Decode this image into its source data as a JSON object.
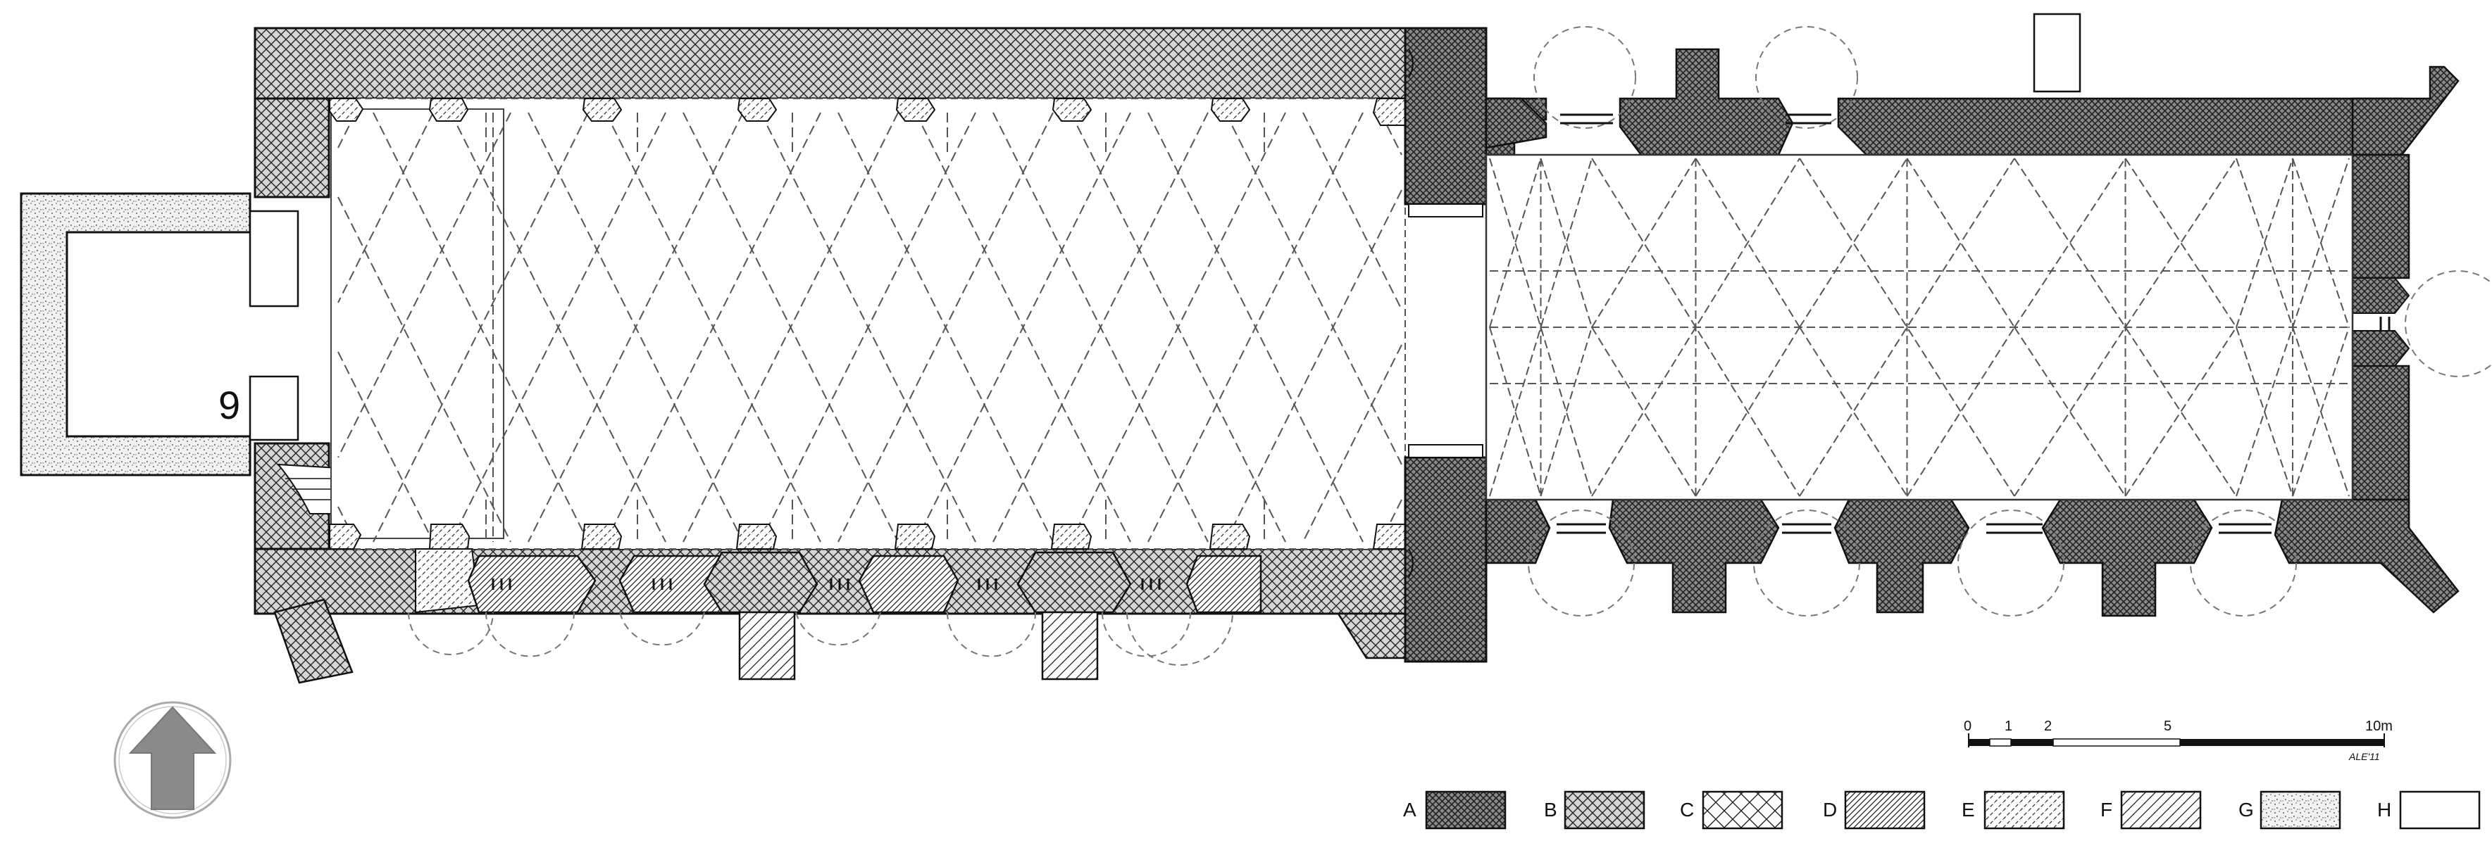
{
  "plan": {
    "label_number": "9"
  },
  "scale_bar": {
    "ticks": [
      "0",
      "1",
      "2",
      "5",
      "10m"
    ],
    "signature": "ALE'11"
  },
  "legend": [
    {
      "key": "A",
      "pattern": "dense-crosshatch"
    },
    {
      "key": "B",
      "pattern": "medium-crosshatch"
    },
    {
      "key": "C",
      "pattern": "open-crosshatch"
    },
    {
      "key": "D",
      "pattern": "dense-diagonal"
    },
    {
      "key": "E",
      "pattern": "dashed-diagonal"
    },
    {
      "key": "F",
      "pattern": "sparse-diagonal"
    },
    {
      "key": "G",
      "pattern": "stipple"
    },
    {
      "key": "H",
      "pattern": "blank"
    }
  ],
  "north_arrow": {
    "icon": "north-arrow-icon"
  }
}
